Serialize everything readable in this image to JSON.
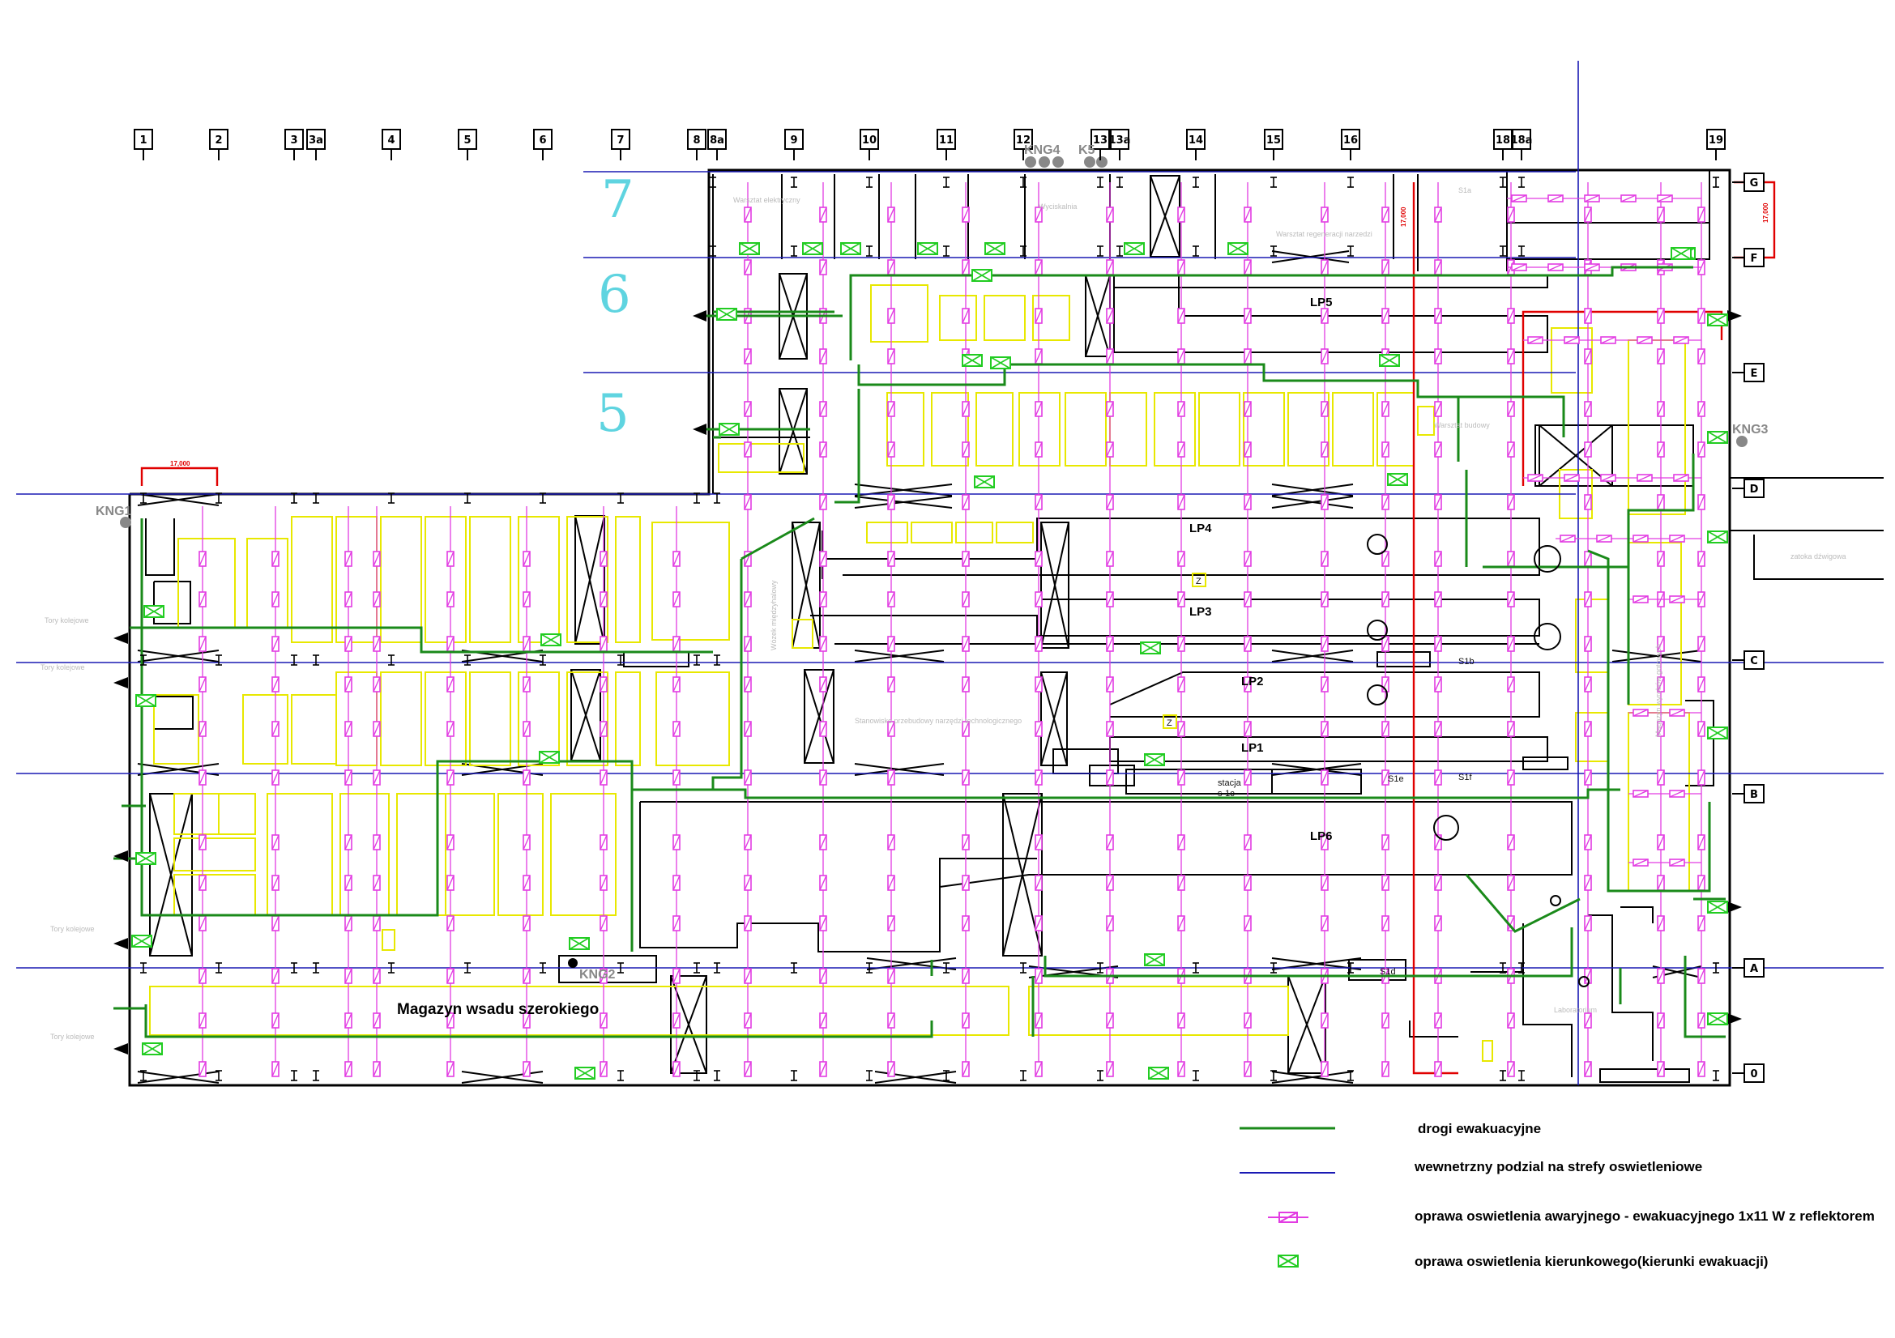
{
  "axes_top": [
    "1",
    "2",
    "3",
    "3a",
    "4",
    "5",
    "6",
    "7",
    "8",
    "8a",
    "9",
    "10",
    "11",
    "12",
    "13",
    "13a",
    "14",
    "15",
    "16",
    "18",
    "18a",
    "19"
  ],
  "axes_right": [
    "G",
    "F",
    "E",
    "D",
    "C",
    "B",
    "A",
    "0"
  ],
  "zones": [
    "7",
    "6",
    "5"
  ],
  "lines": [
    "LP5",
    "LP4",
    "LP3",
    "LP2",
    "LP1",
    "LP6"
  ],
  "kng": [
    "KNG1",
    "KNG2",
    "KNG3",
    "KNG4",
    "K5"
  ],
  "z_marks": [
    "Z",
    "Z"
  ],
  "rooms": {
    "warsztat_elektryczny": "Warsztat elektryczny",
    "wyciskalnia": "Wyciskalnia",
    "warsztat_regeneracji": "Warsztat regeneracji narzedzi",
    "warsztat_budowy": "Warsztat budowy",
    "wozek": "Wózek międzyhalowy",
    "stanowisko": "Stanowisko przebudowy narzędzi technologicznego",
    "tory_1": "Tory kolejowe",
    "tory_2": "Tory kolejowe",
    "tory_3": "Tory kolejowe",
    "tory_4": "Tory kolejowe",
    "zatoka": "zatoka dźwigowa",
    "magazyn_wsadu": "Magazyn wsadu szerokiego",
    "magazyn_right": "Magazyn wyrobów gotowych",
    "stacja": "stacja",
    "stacja_code": "s-1c",
    "s1a": "S1a",
    "s1b": "S1b",
    "s1d": "S1d",
    "s1e": "S1e",
    "s1f": "S1f",
    "laboratorium": "Laboratorium"
  },
  "red_labels": [
    "17,000",
    "17,000",
    "17,000"
  ],
  "legend": [
    {
      "text": "drogi ewakuacyjne"
    },
    {
      "text": "wewnetrzny podzial na strefy oswietleniowe"
    },
    {
      "text": "oprawa oswietlenia awaryjnego - ewakuacyjnego 1x11 W z reflektorem"
    },
    {
      "text": "oprawa oswietlenia kierunkowego(kierunki ewakuacji)"
    }
  ],
  "colors": {
    "structure": "#000000",
    "evac": "#1a8a1a",
    "zone": "#1a1ab4",
    "emergency": "#e23ce2",
    "directional": "#22cc22",
    "equipment": "#e8e800",
    "red": "#e00000",
    "zone_digit": "#5fd4e0",
    "gray": "#8a8a8a"
  }
}
